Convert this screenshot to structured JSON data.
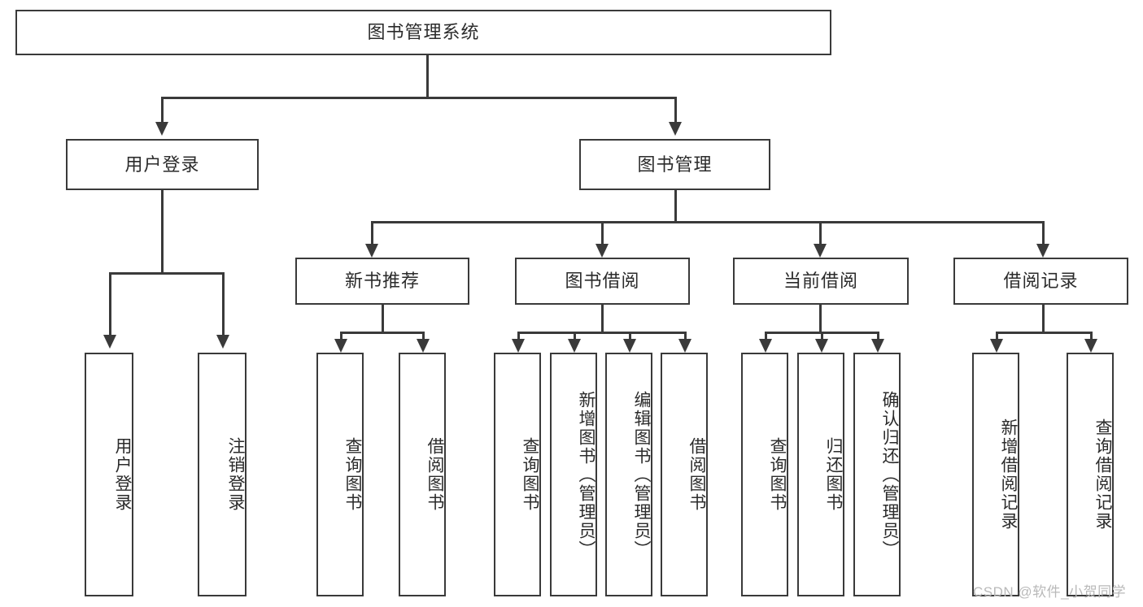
{
  "diagram": {
    "type": "tree-hierarchy",
    "title": "图书管理系统",
    "watermark": "CSDN @软件_小贺同学",
    "colors": {
      "stroke": "#3a3a3a",
      "text": "#2b2b2b",
      "background": "#ffffff",
      "watermark": "#b9b9b9"
    },
    "nodes": {
      "root": "图书管理系统",
      "level1": [
        "用户登录",
        "图书管理"
      ],
      "level2": [
        "新书推荐",
        "图书借阅",
        "当前借阅",
        "借阅记录"
      ],
      "leaves": {
        "user_login": [
          "用户登录",
          "注销登录"
        ],
        "new_book_recommend": [
          "查询图书",
          "借阅图书"
        ],
        "book_borrow": [
          "查询图书",
          "新增图书（管理员）",
          "编辑图书（管理员）",
          "借阅图书"
        ],
        "current_borrow": [
          "查询图书",
          "归还图书",
          "确认归还（管理员）"
        ],
        "borrow_record": [
          "新增借阅记录",
          "查询借阅记录"
        ]
      }
    }
  }
}
